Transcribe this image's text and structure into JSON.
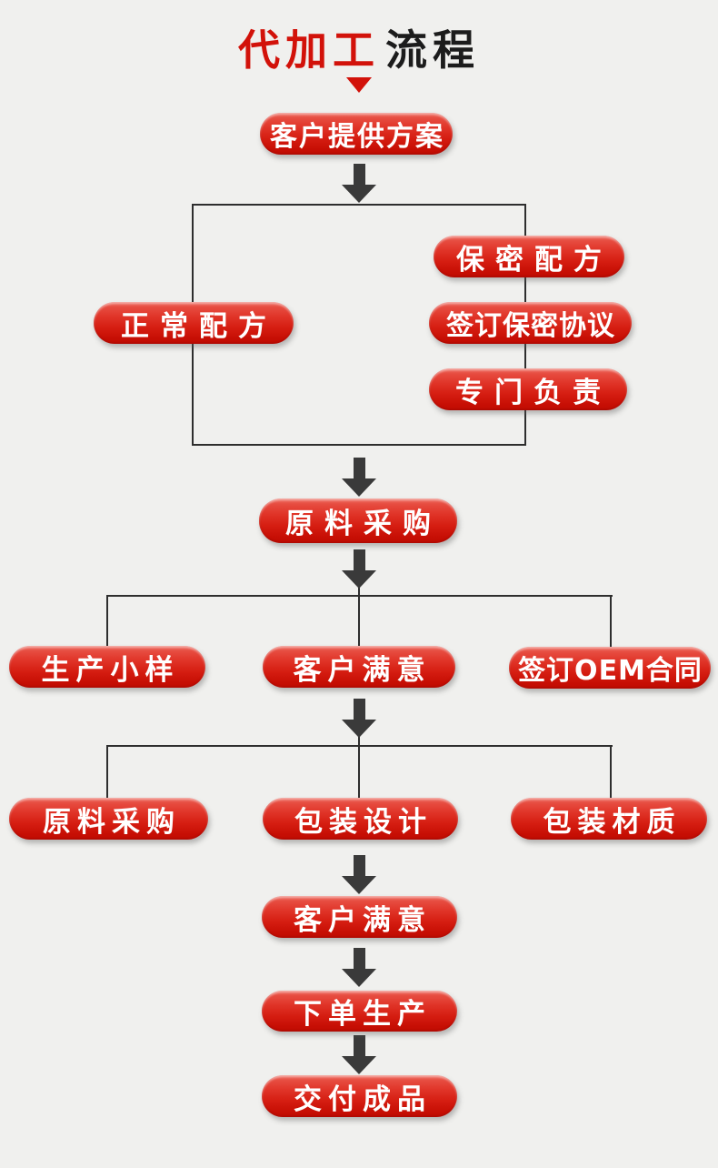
{
  "title": {
    "text_red": "代加工",
    "text_black": "流程"
  },
  "flow": {
    "nodes": [
      {
        "id": "customer-plan",
        "label": "客户提供方案"
      },
      {
        "id": "normal-formula",
        "label": "正常配方"
      },
      {
        "id": "secret-formula",
        "label": "保密配方"
      },
      {
        "id": "sign-nda",
        "label": "签订保密协议"
      },
      {
        "id": "dedicated-responsibility",
        "label": "专门负责"
      },
      {
        "id": "raw-material-purchase-1",
        "label": "原料采购"
      },
      {
        "id": "produce-sample",
        "label": "生产小样"
      },
      {
        "id": "customer-satisfied-1",
        "label": "客户满意"
      },
      {
        "id": "sign-oem-contract",
        "label": "签订OEM合同"
      },
      {
        "id": "raw-material-purchase-2",
        "label": "原料采购"
      },
      {
        "id": "package-design",
        "label": "包装设计"
      },
      {
        "id": "package-material",
        "label": "包装材质"
      },
      {
        "id": "customer-satisfied-2",
        "label": "客户满意"
      },
      {
        "id": "place-order-production",
        "label": "下单生产"
      },
      {
        "id": "deliver-finished-product",
        "label": "交付成品"
      }
    ]
  },
  "colors": {
    "background": "#f0f0ee",
    "pill_red_top": "#f0766b",
    "pill_red_bottom": "#c00c03",
    "pill_text": "#ffffff",
    "title_red": "#d2120a",
    "title_black": "#1c1c1c",
    "connector_line": "#2e2e2e",
    "arrow": "#3a3a3a"
  }
}
